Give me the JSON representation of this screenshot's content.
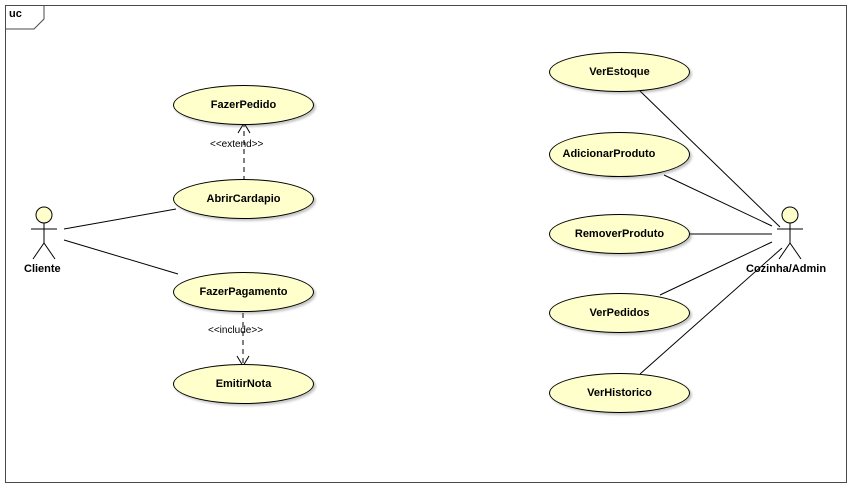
{
  "frame": {
    "label": "uc"
  },
  "actors": {
    "cliente": {
      "name": "Cliente"
    },
    "cozinha": {
      "name": "Cozinha/Admin"
    }
  },
  "use_cases": {
    "fazer_pedido": "FazerPedido",
    "abrir_cardapio": "AbrirCardapio",
    "fazer_pagamento": "FazerPagamento",
    "emitir_nota": "EmitirNota",
    "ver_estoque": "VerEstoque",
    "adicionar_produto": "AdicionarProduto",
    "remover_produto": "RemoverProduto",
    "ver_pedidos": "VerPedidos",
    "ver_historico": "VerHistorico"
  },
  "relationships": {
    "extend_label": "<<extend>>",
    "include_label": "<<include>>"
  },
  "colors": {
    "usecase_fill": "#ffffcc",
    "actor_fill": "#ffffcc",
    "line": "#000000",
    "frame_border": "#4a4a4a"
  }
}
